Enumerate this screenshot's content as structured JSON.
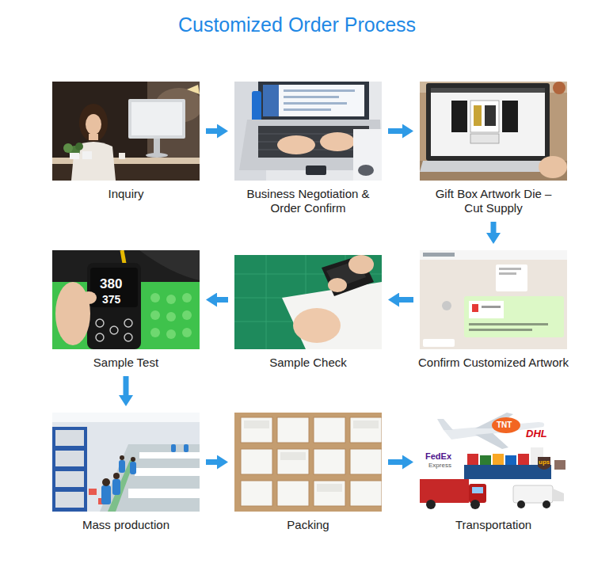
{
  "diagram": {
    "title": "Customized Order Process",
    "nodes": [
      {
        "text": [
          "Inquiry"
        ]
      },
      {
        "text": [
          "Business Negotiation & Order Confirm"
        ]
      },
      {
        "text": [
          "Gift Box Artwork Die –Cut Supply"
        ]
      },
      {
        "text": [
          "Confirm Customized Artwork"
        ]
      },
      {
        "text": [
          "Sample Check"
        ]
      },
      {
        "text": [
          "Sample Test"
        ]
      },
      {
        "text": [
          "Mass production"
        ]
      },
      {
        "text": [
          "Packing"
        ]
      },
      {
        "text": [
          "Transportation"
        ]
      }
    ],
    "edges": [
      {
        "from": 0,
        "to": 1,
        "arrow": "to"
      },
      {
        "from": 1,
        "to": 2,
        "arrow": "to"
      },
      {
        "from": 2,
        "to": 3,
        "arrow": "to"
      },
      {
        "from": 3,
        "to": 4,
        "arrow": "to"
      },
      {
        "from": 4,
        "to": 5,
        "arrow": "to"
      },
      {
        "from": 5,
        "to": 6,
        "arrow": "to"
      },
      {
        "from": 6,
        "to": 7,
        "arrow": "to"
      },
      {
        "from": 7,
        "to": 8,
        "arrow": "to"
      }
    ],
    "labels": [
      "380",
      "375",
      "TNT",
      "DHL",
      "FedEx",
      "Express",
      "ups"
    ]
  }
}
